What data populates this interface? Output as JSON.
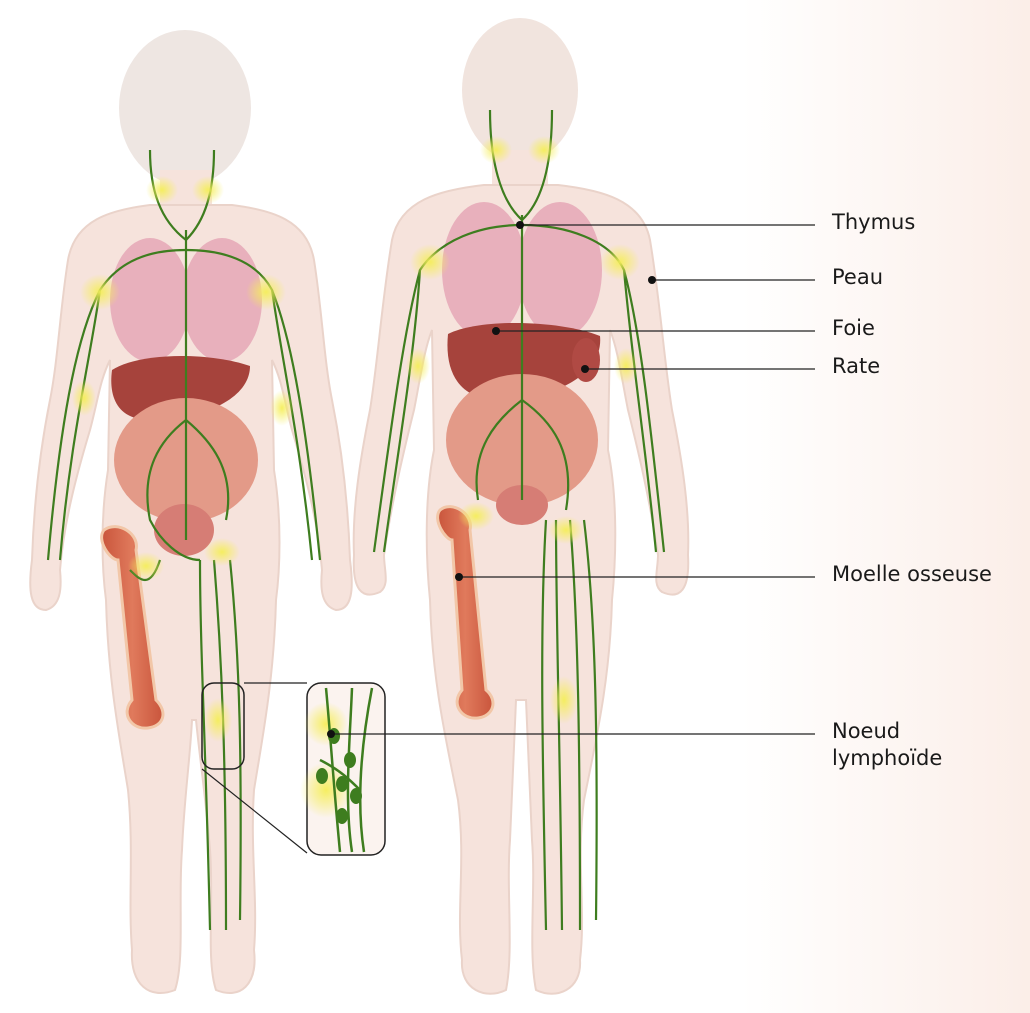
{
  "labels": {
    "thymus": "Thymus",
    "peau": "Peau",
    "foie": "Foie",
    "rate": "Rate",
    "moelle": "Moelle osseuse",
    "noeud": "Noeud\nlymphoïde"
  },
  "colors": {
    "skin": "#f6e3dc",
    "skin_edge": "#ead3ca",
    "lymph": "#3e7d1f",
    "node_glow": "#f3ec6a",
    "bone": "#d7664a",
    "bone_edge": "#f2c7a8",
    "lung": "#e8b0bc",
    "liver": "#a6433c",
    "intestine": "#e39a88",
    "line": "#222222"
  }
}
